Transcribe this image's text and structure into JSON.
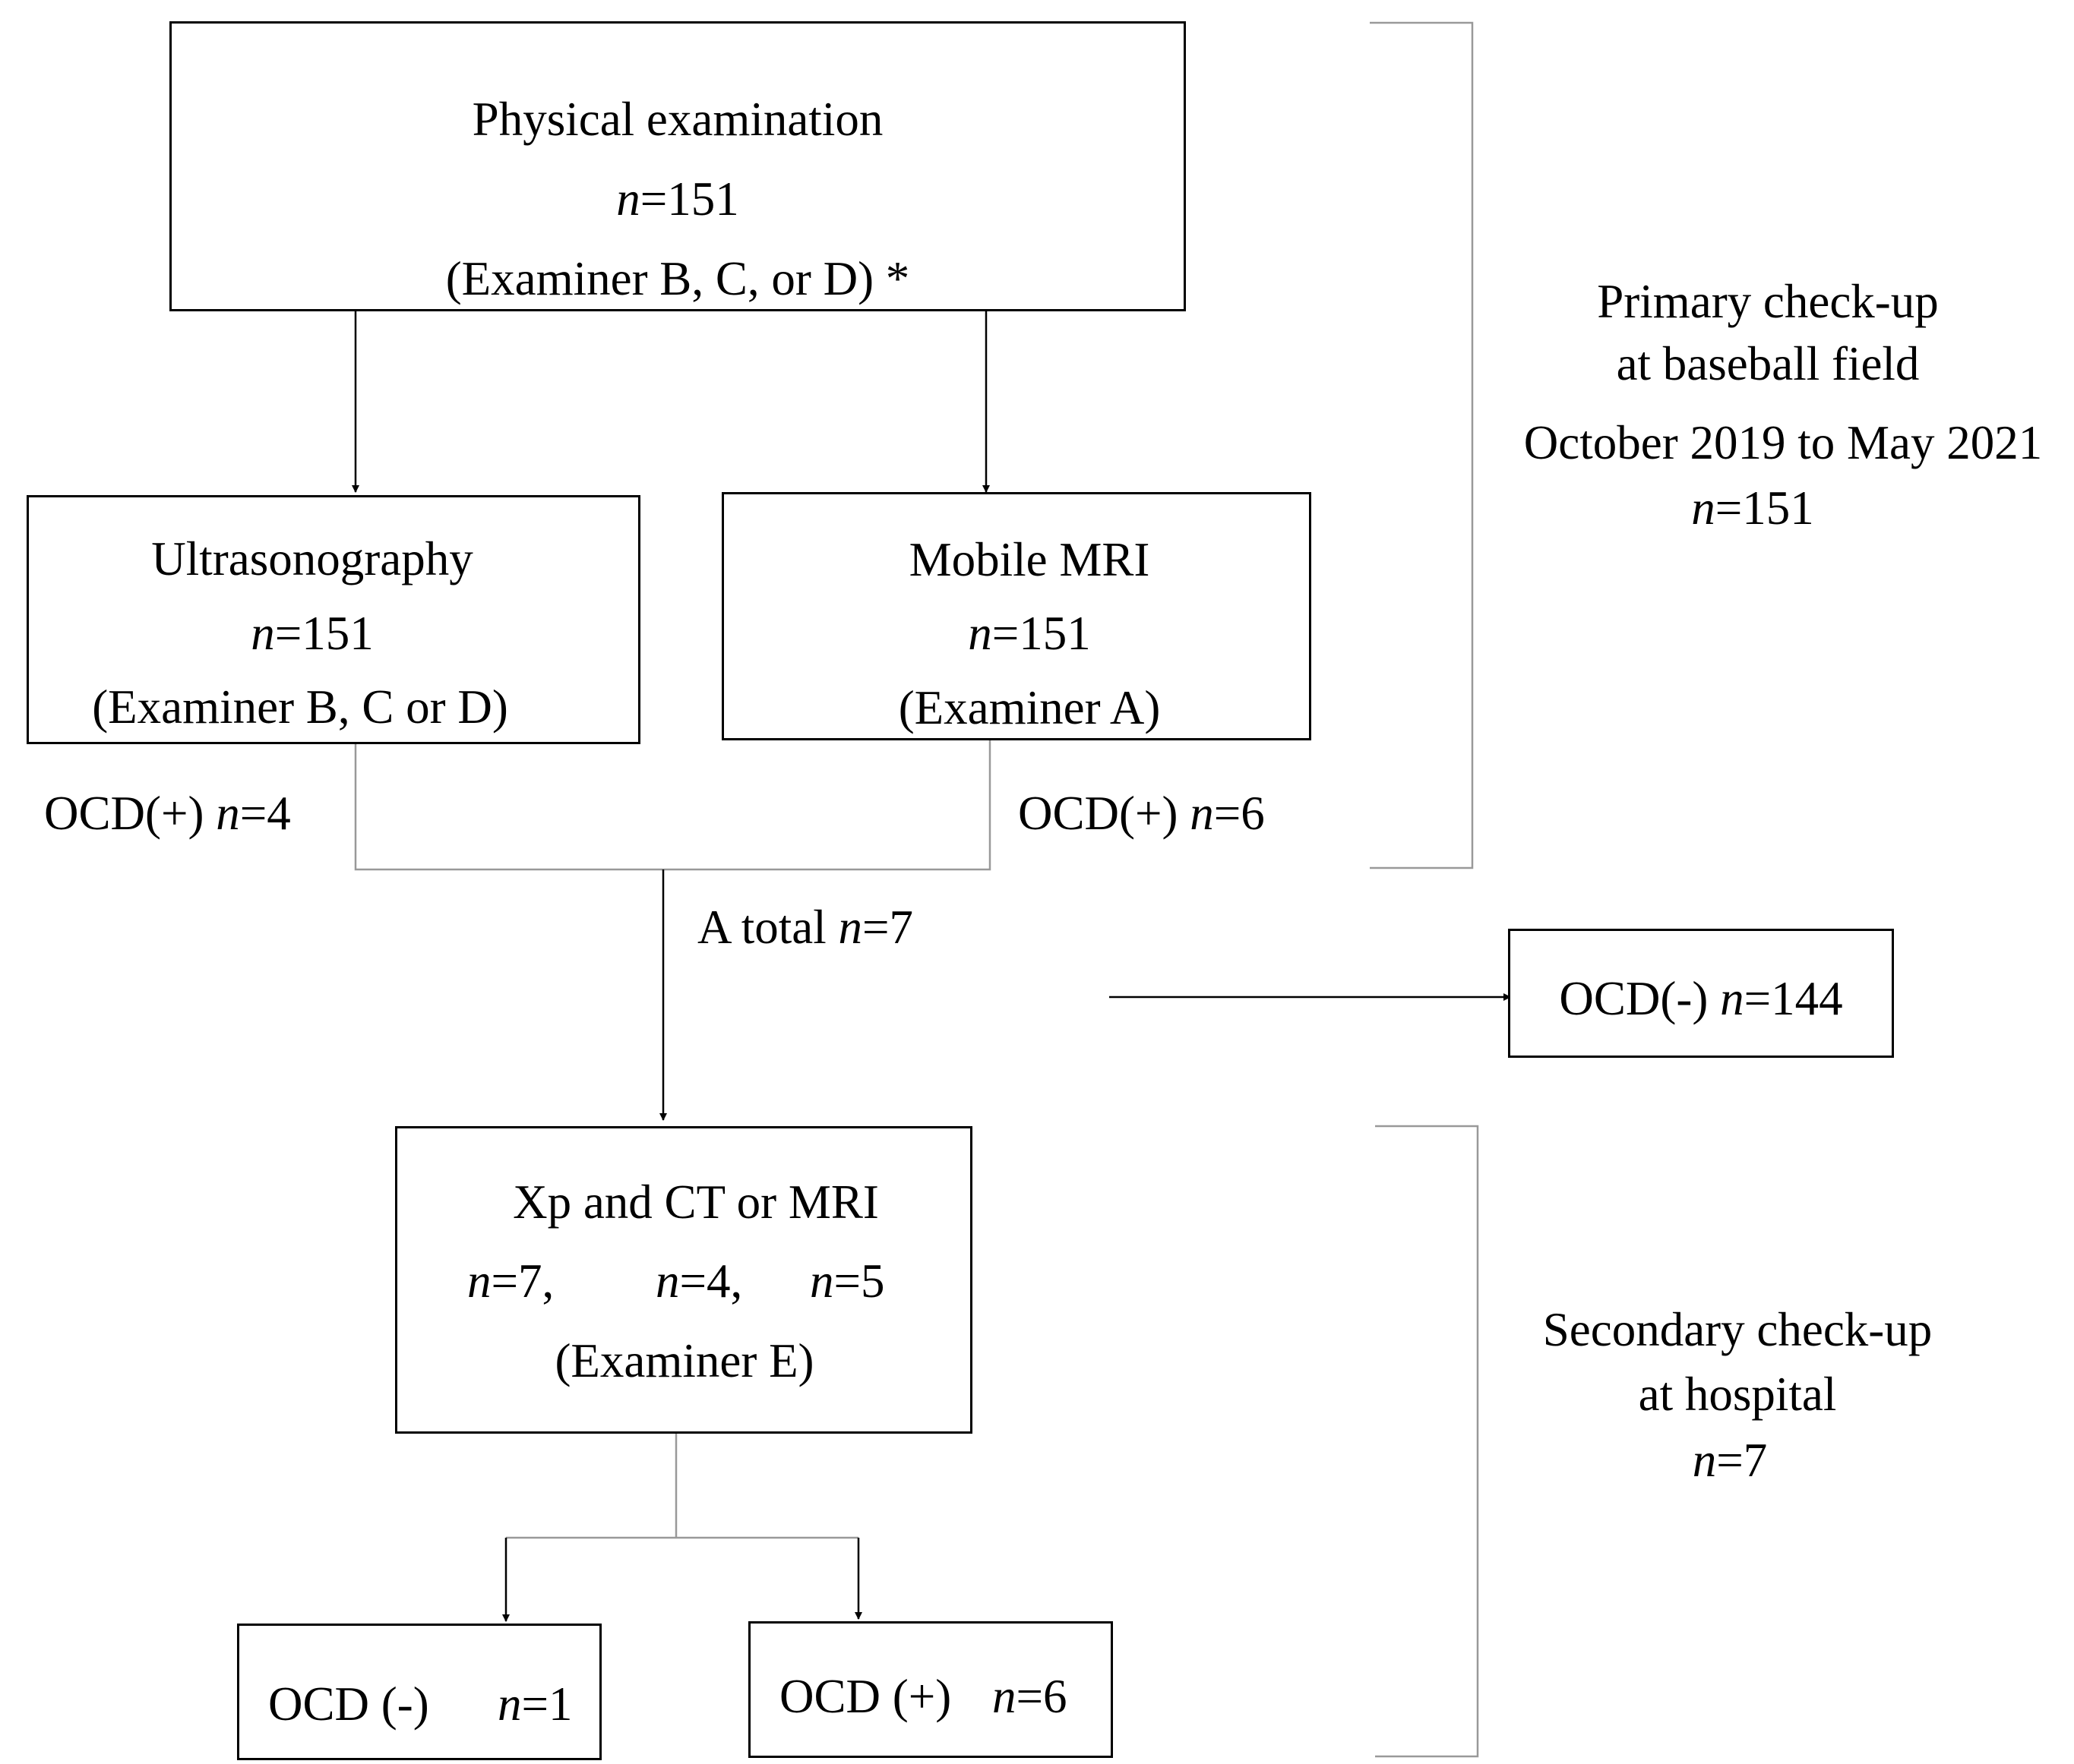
{
  "n_label": "n",
  "physical_exam": {
    "title": "Physical examination",
    "n": "=151",
    "examiner": "(Examiner B, C, or D) *"
  },
  "ultrasonography": {
    "title": "Ultrasonography",
    "n": "=151",
    "examiner": "(Examiner B, C or D)"
  },
  "mobile_mri": {
    "title": "Mobile MRI",
    "n": "=151",
    "examiner": "(Examiner A)"
  },
  "us_ocd_pos": {
    "label": "OCD(+) ",
    "n": "=4"
  },
  "mri_ocd_pos": {
    "label": "OCD(+) ",
    "n": "=6"
  },
  "total": {
    "label": "A total ",
    "n": "=7"
  },
  "ocd_neg_primary": {
    "label": "OCD(-) ",
    "n": "=144"
  },
  "secondary_exam": {
    "title": "Xp and CT or MRI",
    "n1": "=7,",
    "n2": "=4,",
    "n3": "=5",
    "examiner": "(Examiner E)"
  },
  "final_neg": {
    "label": "OCD (-)",
    "n": "=1"
  },
  "final_pos": {
    "label": "OCD (+)",
    "n": "=6"
  },
  "primary_checkup": {
    "line1": "Primary check-up",
    "line2": "at baseball field",
    "line3": "October 2019 to May 2021",
    "n": "=151"
  },
  "secondary_checkup": {
    "line1": "Secondary check-up",
    "line2": "at hospital",
    "n": "=7"
  }
}
